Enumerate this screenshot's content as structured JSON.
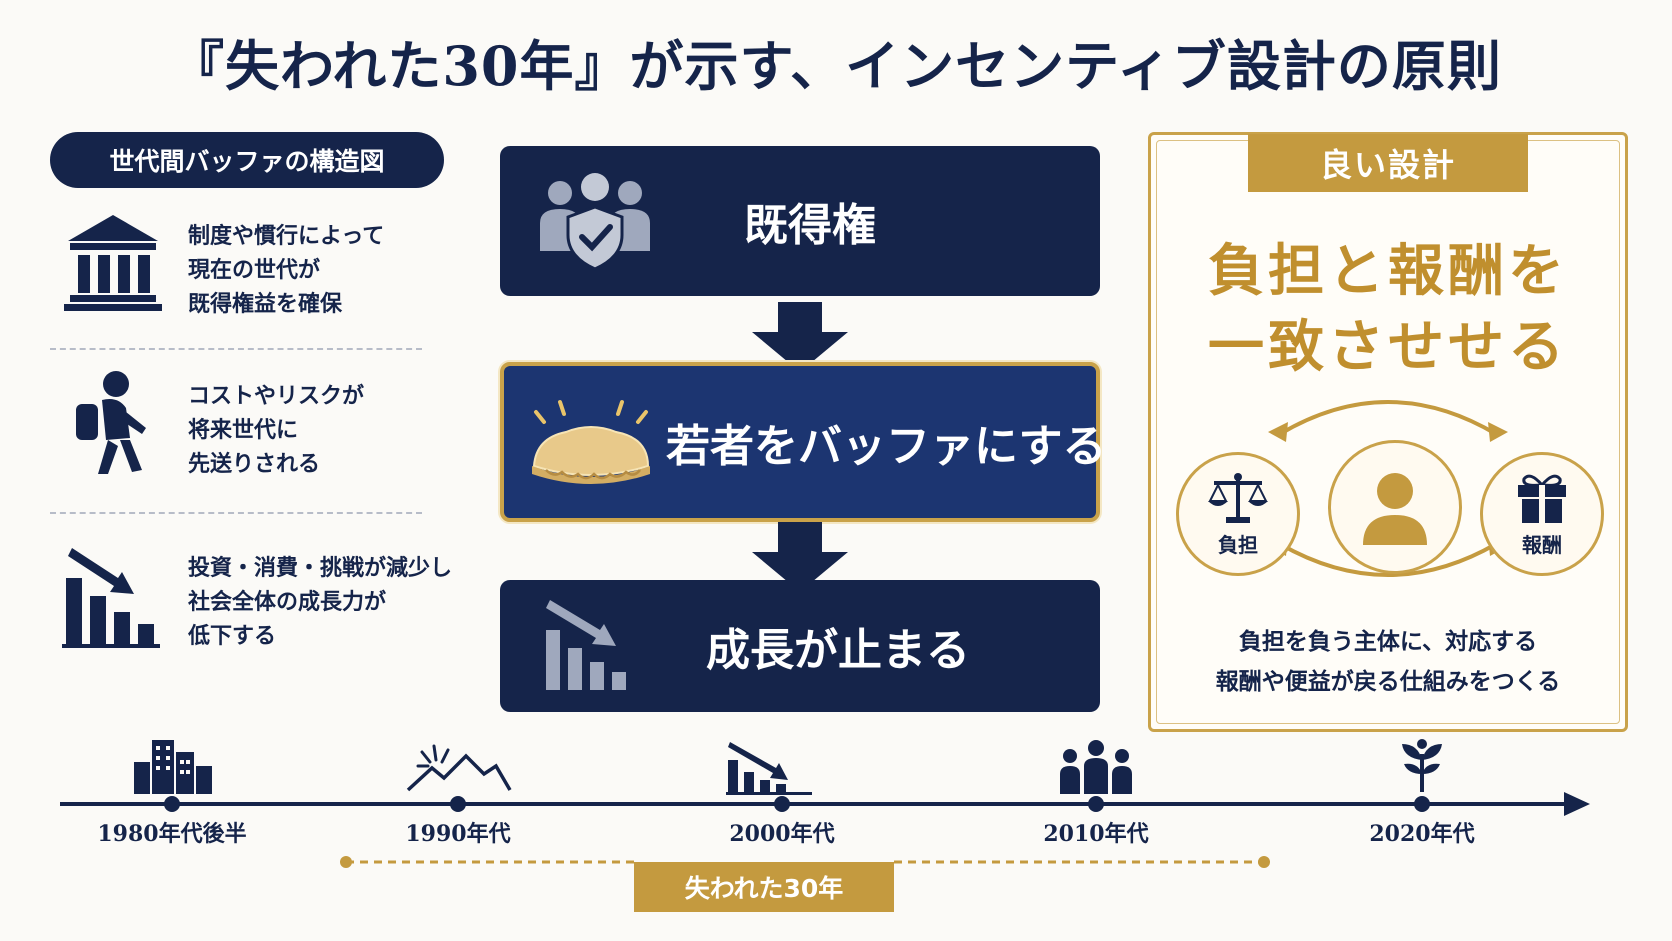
{
  "title": "『失われた30年』が示す、インセンティブ設計の原則",
  "left_panel": {
    "header": "世代間バッファの構造図",
    "items": [
      {
        "icon": "institution-icon",
        "lines": [
          "制度や慣行によって",
          "現在の世代が",
          "既得権益を確保"
        ]
      },
      {
        "icon": "hiker-with-backpack-icon",
        "lines": [
          "コストやリスクが",
          "将来世代に",
          "先送りされる"
        ]
      },
      {
        "icon": "declining-bars-icon",
        "lines": [
          "投資・消費・挑戦が減少し",
          "社会全体の成長力が",
          "低下する"
        ]
      }
    ]
  },
  "flow": {
    "steps": [
      {
        "icon": "protected-group-icon",
        "label": "既得権"
      },
      {
        "icon": "cushion-icon",
        "label": "若者をバッファにする"
      },
      {
        "icon": "declining-bars-icon",
        "label": "成長が止まる"
      }
    ]
  },
  "good_design": {
    "tab": "良い設計",
    "headline": [
      "負担と報酬を",
      "一致させせる"
    ],
    "left_circle_label": "負担",
    "right_circle_label": "報酬",
    "description": [
      "負担を負う主体に、対応する",
      "報酬や便益が戻る仕組みをつくる"
    ]
  },
  "timeline": {
    "points": [
      {
        "label": "1980年代後半",
        "icon": "buildings-icon"
      },
      {
        "label": "1990年代",
        "icon": "burst-mountain-icon"
      },
      {
        "label": "2000年代",
        "icon": "declining-bars-icon"
      },
      {
        "label": "2010年代",
        "icon": "family-icon"
      },
      {
        "label": "2020年代",
        "icon": "sprout-icon"
      }
    ],
    "period_label": "失われた30年"
  },
  "colors": {
    "navy": "#15244a",
    "gold": "#c49a3f",
    "background": "#fbfaf7"
  }
}
